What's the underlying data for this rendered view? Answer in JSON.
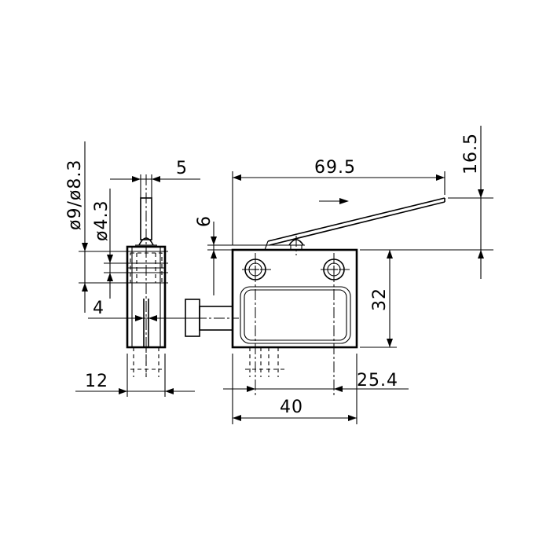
{
  "dimensions": {
    "d_5": "5",
    "d_69_5": "69.5",
    "d_16_5": "16.5",
    "d_diam_9_83": "ø9/ø8.3",
    "d_diam_4_3": "ø4.3",
    "d_6": "6",
    "d_32": "32",
    "d_4": "4",
    "d_12": "12",
    "d_25_4": "25.4",
    "d_40": "40"
  },
  "colors": {
    "ink": "#000000",
    "background": "#ffffff"
  }
}
